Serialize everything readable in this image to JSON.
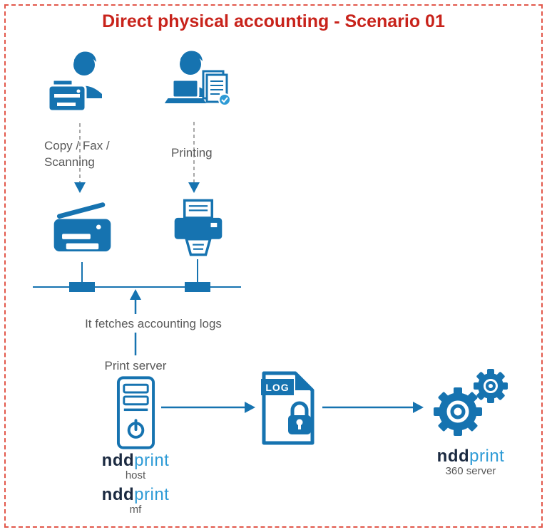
{
  "title": "Direct physical accounting - Scenario 01",
  "labels": {
    "copy_fax_line1": "Copy / Fax /",
    "copy_fax_line2": "Scanning",
    "printing": "Printing",
    "fetch_logs": "It fetches accounting logs",
    "print_server": "Print server",
    "log_badge": "LOG"
  },
  "logos": {
    "host": {
      "ndd": "ndd",
      "print": "print",
      "sub": "host"
    },
    "mf": {
      "ndd": "ndd",
      "print": "print",
      "sub": "mf"
    },
    "server360": {
      "ndd": "ndd",
      "print": "print",
      "sub": "360 server"
    }
  },
  "colors": {
    "accent_blue": "#1673B0",
    "logo_blue": "#2E9BD6",
    "logo_navy": "#1B2A41",
    "title_red": "#C8231B",
    "border_red": "#E2584B",
    "label_gray": "#595959"
  }
}
